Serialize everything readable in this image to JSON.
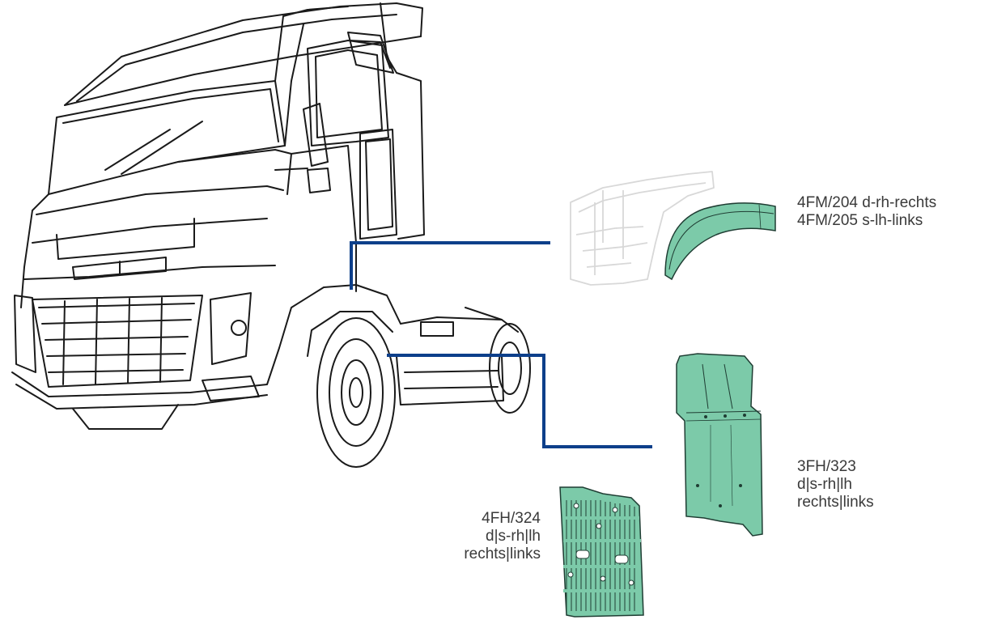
{
  "parts": [
    {
      "lines": [
        "4FM/204 d-rh-rechts",
        "4FM/205 s-lh-links"
      ]
    },
    {
      "lines": [
        "3FH/323",
        "d|s-rh|lh",
        "rechts|links"
      ]
    },
    {
      "lines": [
        "4FH/324",
        "d|s-rh|lh",
        "rechts|links"
      ]
    }
  ],
  "colors": {
    "line_art": "#1a1a1a",
    "ghost_line_art": "#d8d8d8",
    "callout": "#0d3f8a",
    "part_fill": "#7ccaa9",
    "part_stroke": "#1f3d33",
    "label_text": "#3a3a3a"
  },
  "icons": [
    "truck-cab-illustration",
    "wheel-arch-fender",
    "rear-mudguard",
    "mudflap-panel"
  ]
}
